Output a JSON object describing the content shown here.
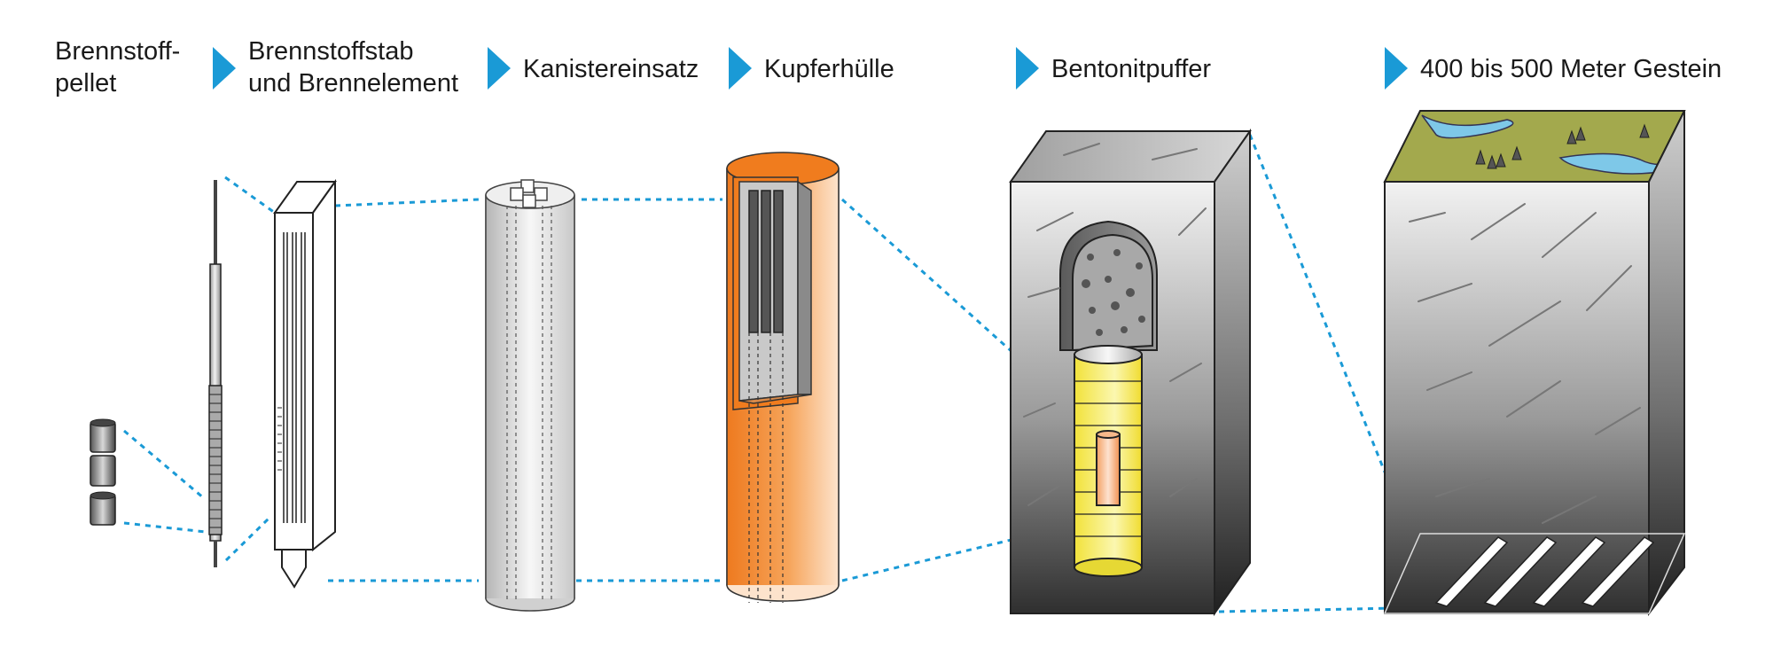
{
  "labels": {
    "pellet": [
      "Brennstoff-",
      "pellet"
    ],
    "rod": [
      "Brennstoffstab",
      "und Brennelement"
    ],
    "insert": "Kanistereinsatz",
    "copper": "Kupferhülle",
    "bentonite": "Bentonitpuffer",
    "rock": "400 bis 500 Meter Gestein"
  },
  "colors": {
    "accent_arrow": "#1a9ad6",
    "dashed_connector": "#1a9ad6",
    "copper": "#f07c1e",
    "bentonite_yellow": "#f4ec4a",
    "rock_dark": "#3a3a3a",
    "grass": "#a3a94d",
    "water": "#7ec8e8"
  },
  "icons": [
    "arrow-right-icon",
    "fuel-pellet-icon",
    "fuel-rod-icon",
    "fuel-assembly-icon",
    "canister-insert-icon",
    "copper-canister-icon",
    "bentonite-block-icon",
    "rock-block-icon"
  ]
}
